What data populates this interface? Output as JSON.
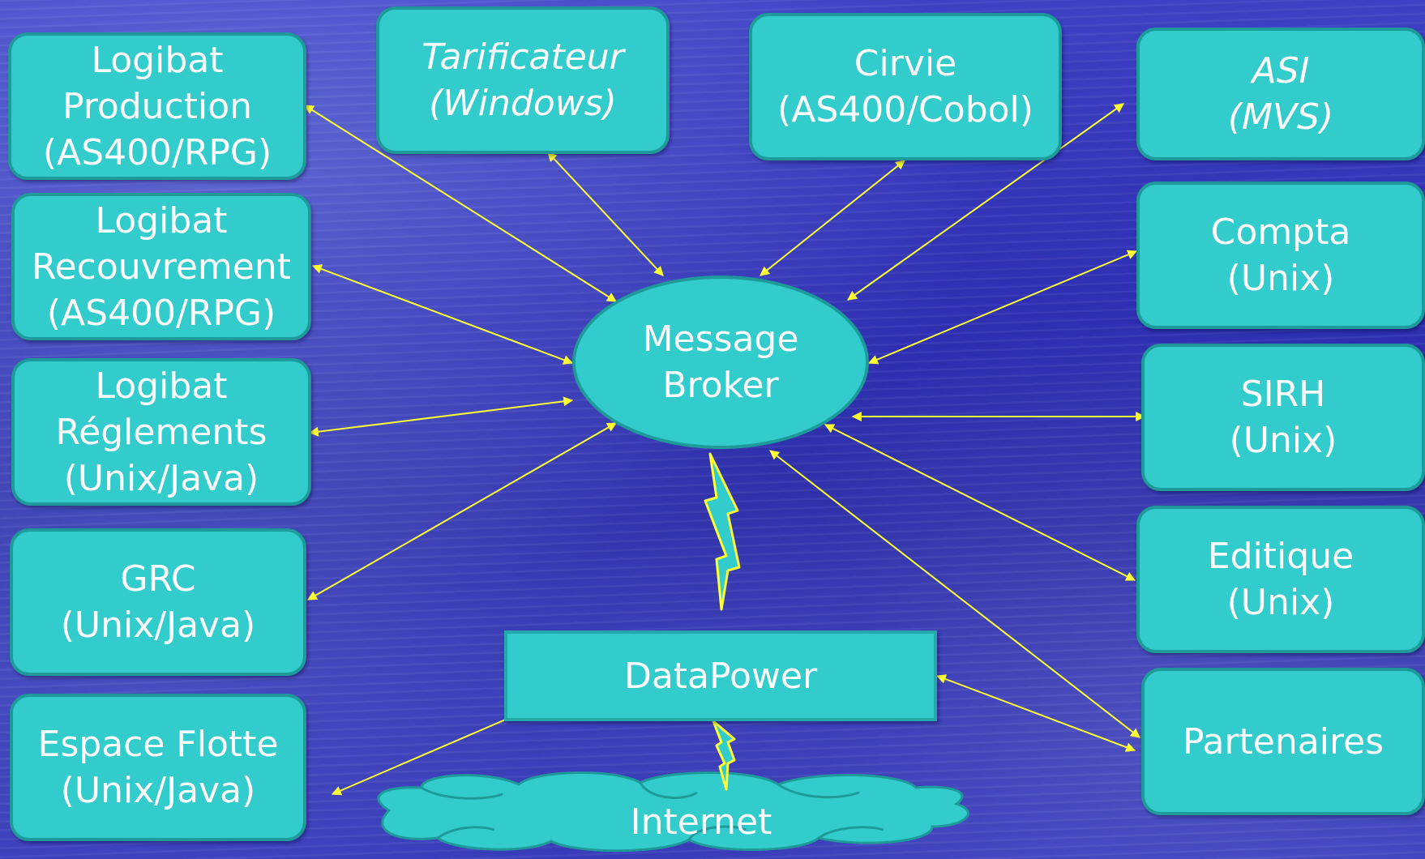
{
  "nodes": {
    "logibat_production": "Logibat\nProduction\n(AS400/RPG)",
    "tarificateur": "Tarificateur\n(Windows)",
    "cirvie": "Cirvie\n(AS400/Cobol)",
    "asi": "ASI\n(MVS)",
    "logibat_recouvrement": "Logibat\nRecouvrement\n(AS400/RPG)",
    "compta": "Compta\n(Unix)",
    "logibat_reglements": "Logibat\nRéglements\n(Unix/Java)",
    "sirh": "SIRH\n(Unix)",
    "grc": "GRC\n(Unix/Java)",
    "editique": "Editique\n(Unix)",
    "espace_flotte": "Espace Flotte\n(Unix/Java)",
    "partenaires": "Partenaires",
    "message_broker": "Message\nBroker",
    "datapower": "DataPower",
    "internet": "Internet"
  },
  "colors": {
    "node_fill": "#33cccc",
    "node_border": "#1e9a9a",
    "connector": "#ffff33",
    "lightning_fill": "#33cccc",
    "lightning_stroke": "#ffff33",
    "text": "#ffffff"
  }
}
